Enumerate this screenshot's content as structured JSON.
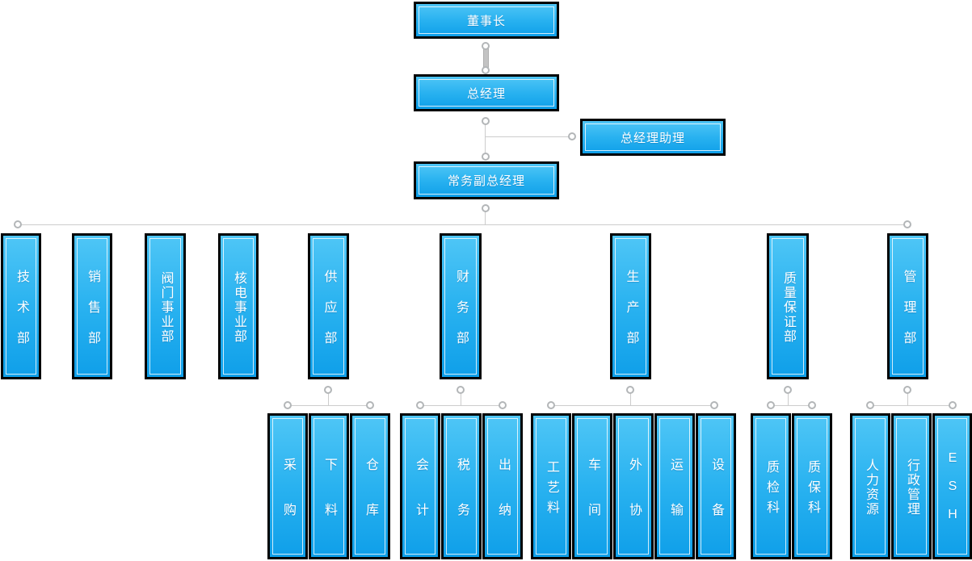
{
  "org": {
    "chairman": {
      "label": "董事长"
    },
    "general_manager": {
      "label": "总经理"
    },
    "gm_assistant": {
      "label": "总经理助理"
    },
    "deputy_gm": {
      "label": "常务副总经理"
    },
    "departments": [
      {
        "label": "技术部"
      },
      {
        "label": "销售部"
      },
      {
        "label": "阀门事业部"
      },
      {
        "label": "核电事业部"
      },
      {
        "label": "供应部"
      },
      {
        "label": "财务部"
      },
      {
        "label": "生产部"
      },
      {
        "label": "质量保证部"
      },
      {
        "label": "管理部"
      }
    ],
    "sub_departments": {
      "supply": [
        "采购",
        "下料",
        "仓库"
      ],
      "finance": [
        "会计",
        "税务",
        "出纳"
      ],
      "production": [
        "工艺料",
        "车间",
        "外协",
        "运输",
        "设备"
      ],
      "quality": [
        "质检科",
        "质保科"
      ],
      "management": [
        "人力资源",
        "行政管理",
        "ESH"
      ]
    },
    "style": {
      "box_gradient_top": "#4fc6f6",
      "box_gradient_bottom": "#0f9fe9",
      "box_border": "#000000",
      "inner_stroke": "#ffffff",
      "connector": "#cccccc",
      "text": "#ffffff"
    }
  }
}
